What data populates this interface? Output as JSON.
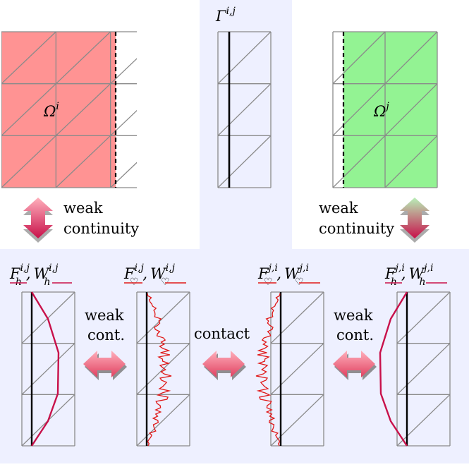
{
  "top": {
    "omega_i": {
      "base": "Ω",
      "sup": "i"
    },
    "omega_j": {
      "base": "Ω",
      "sup": "j"
    },
    "gamma": {
      "base": "Γ",
      "sup": "i,j"
    }
  },
  "labels": {
    "weak": "weak",
    "continuity": "continuity",
    "weak_cont_1": "weak",
    "weak_cont_2": "cont.",
    "contact": "contact"
  },
  "bottom": {
    "panel1": {
      "F": "F",
      "Fsub": "h",
      "Fsup": "i,j",
      "W": "W",
      "Wsub": "h",
      "Wsup": "i,j",
      "sep": ","
    },
    "panel2": {
      "F": "F",
      "Fsub": "♡",
      "Fsup": "i,j",
      "W": "W",
      "Wsub": "♡",
      "Wsup": "i,j",
      "sep": ","
    },
    "panel3": {
      "F": "F",
      "Fsub": "♡",
      "Fsup": "j,i",
      "W": "W",
      "Wsub": "♡",
      "Wsup": "j,i",
      "sep": ","
    },
    "panel4": {
      "F": "F",
      "Fsub": "h",
      "Fsup": "j,i",
      "W": "W",
      "Wsub": "h",
      "Wsup": "j,i",
      "sep": ","
    }
  },
  "colors": {
    "red_fill": "#ff9393",
    "green_fill": "#93f393",
    "band": "#eef0ff",
    "crimson": "#c8104a",
    "red_line": "#e01818",
    "grid": "#8a8a8a"
  }
}
